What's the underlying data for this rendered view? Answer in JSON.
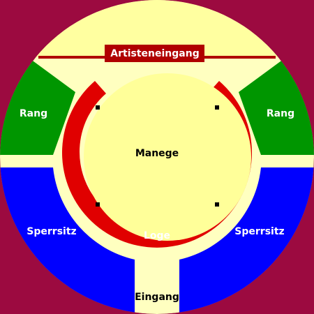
{
  "labels": {
    "artist_entrance": "Artisteneingang",
    "rank_left": "Rang",
    "rank_right": "Rang",
    "ring": "Manege",
    "box": "Loge",
    "stalls_left": "Sperrsitz",
    "stalls_right": "Sperrsitz",
    "entrance": "Eingang"
  },
  "colors": {
    "background": "#9c0a40",
    "floor": "#ffffc0",
    "top_section": "#ffffa0",
    "rank": "#009600",
    "stalls": "#0000ff",
    "loge": "#e00000",
    "ring": "#ffff99",
    "label_bg": "#b00000",
    "posts": "#000000"
  }
}
